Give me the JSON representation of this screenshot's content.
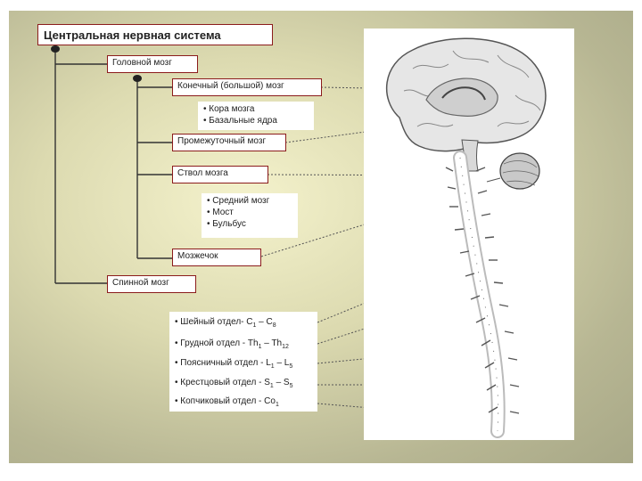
{
  "title": "Центральная нервная система",
  "nodes": {
    "head_brain": "Головной мозг",
    "cerebrum": "Конечный (большой) мозг",
    "diencephalon": "Промежуточный мозг",
    "brainstem": "Ствол мозга",
    "cerebellum": "Мозжечок",
    "spinal_cord": "Спинной мозг"
  },
  "cerebrum_parts": [
    "Кора мозга",
    "Базальные ядра"
  ],
  "brainstem_parts": [
    "Средний мозг",
    "Мост",
    "Бульбус"
  ],
  "spinal_sections": [
    {
      "label": "Шейный отдел- C",
      "s1": "1",
      "mid": " – C",
      "s2": "8"
    },
    {
      "label": "Грудной отдел - Th",
      "s1": "1",
      "mid": " – Th",
      "s2": "12"
    },
    {
      "label": "Поясничный отдел - L",
      "s1": "1",
      "mid": " – L",
      "s2": "5"
    },
    {
      "label": "Крестцовый отдел - S",
      "s1": "1",
      "mid": " – S",
      "s2": "5"
    },
    {
      "label": "Копчиковый отдел - Co",
      "s1": "1",
      "mid": "",
      "s2": ""
    }
  ],
  "colors": {
    "box_border": "#8b1c1c",
    "tree_line": "#333333",
    "leader_dotted": "#555555"
  }
}
